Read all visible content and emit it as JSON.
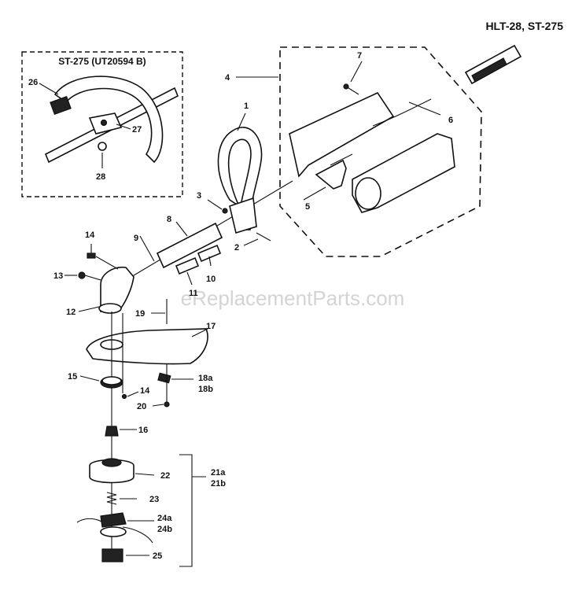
{
  "title": "HLT-28, ST-275",
  "inset_title": "ST-275 (UT20594 B)",
  "watermark": "eReplacementParts.com",
  "labels": {
    "p1": "1",
    "p2": "2",
    "p3": "3",
    "p4": "4",
    "p5": "5",
    "p6": "6",
    "p7": "7",
    "p8": "8",
    "p9": "9",
    "p10": "10",
    "p11": "11",
    "p12": "12",
    "p13": "13",
    "p14a": "14",
    "p14b": "14",
    "p15": "15",
    "p16": "16",
    "p17": "17",
    "p18a": "18a",
    "p18b": "18b",
    "p19": "19",
    "p20": "20",
    "p21a": "21a",
    "p21b": "21b",
    "p22": "22",
    "p23": "23",
    "p24a": "24a",
    "p24b": "24b",
    "p25": "25",
    "p26": "26",
    "p27": "27",
    "p28": "28"
  }
}
